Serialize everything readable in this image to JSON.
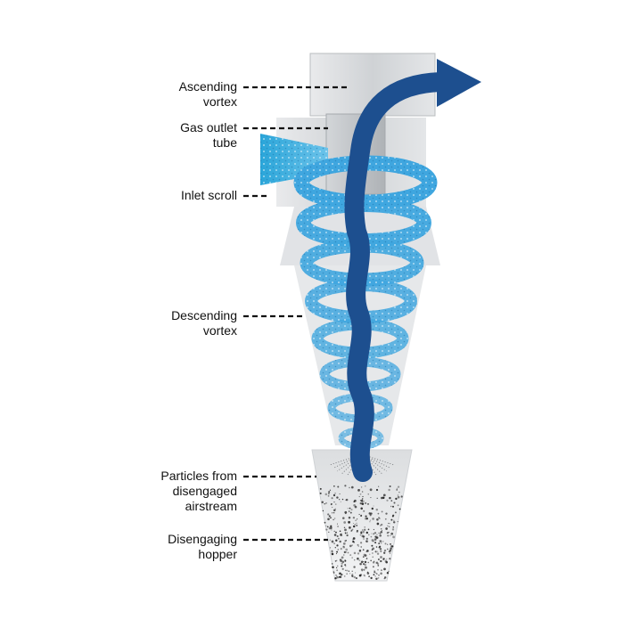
{
  "diagram": {
    "labels": {
      "ascending_vortex": [
        "Ascending",
        "vortex"
      ],
      "gas_outlet_tube": [
        "Gas outlet",
        "tube"
      ],
      "inlet_scroll": [
        "Inlet scroll"
      ],
      "descending_vortex": [
        "Descending",
        "vortex"
      ],
      "particles": [
        "Particles from",
        "disengaged",
        "airstream"
      ],
      "hopper": [
        "Disengaging",
        "hopper"
      ]
    },
    "colors": {
      "ascending_flow": "#1d4f8f",
      "descending_flow": "#3fa6df",
      "body_metal": "#c9ccd0",
      "leader": "#111111"
    }
  }
}
